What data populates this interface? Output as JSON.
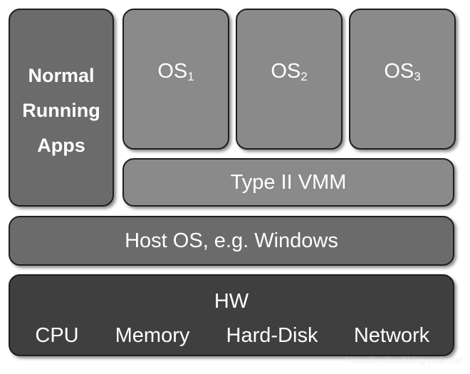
{
  "apps": {
    "label": "Normal\nRunning\nApps"
  },
  "guests": [
    {
      "base": "OS",
      "sub": "1"
    },
    {
      "base": "OS",
      "sub": "2"
    },
    {
      "base": "OS",
      "sub": "3"
    }
  ],
  "vmm": {
    "label": "Type II VMM"
  },
  "host_os": {
    "label": "Host OS, e.g. Windows"
  },
  "hardware": {
    "title": "HW",
    "components": [
      "CPU",
      "Memory",
      "Hard-Disk",
      "Network"
    ]
  },
  "watermark": "https://is-cloud.blog.csdn.net",
  "colors": {
    "light_box": "#8a8a8a",
    "mid_box": "#6b6b6b",
    "dark_box": "#3f3f3f",
    "text": "#ffffff"
  }
}
